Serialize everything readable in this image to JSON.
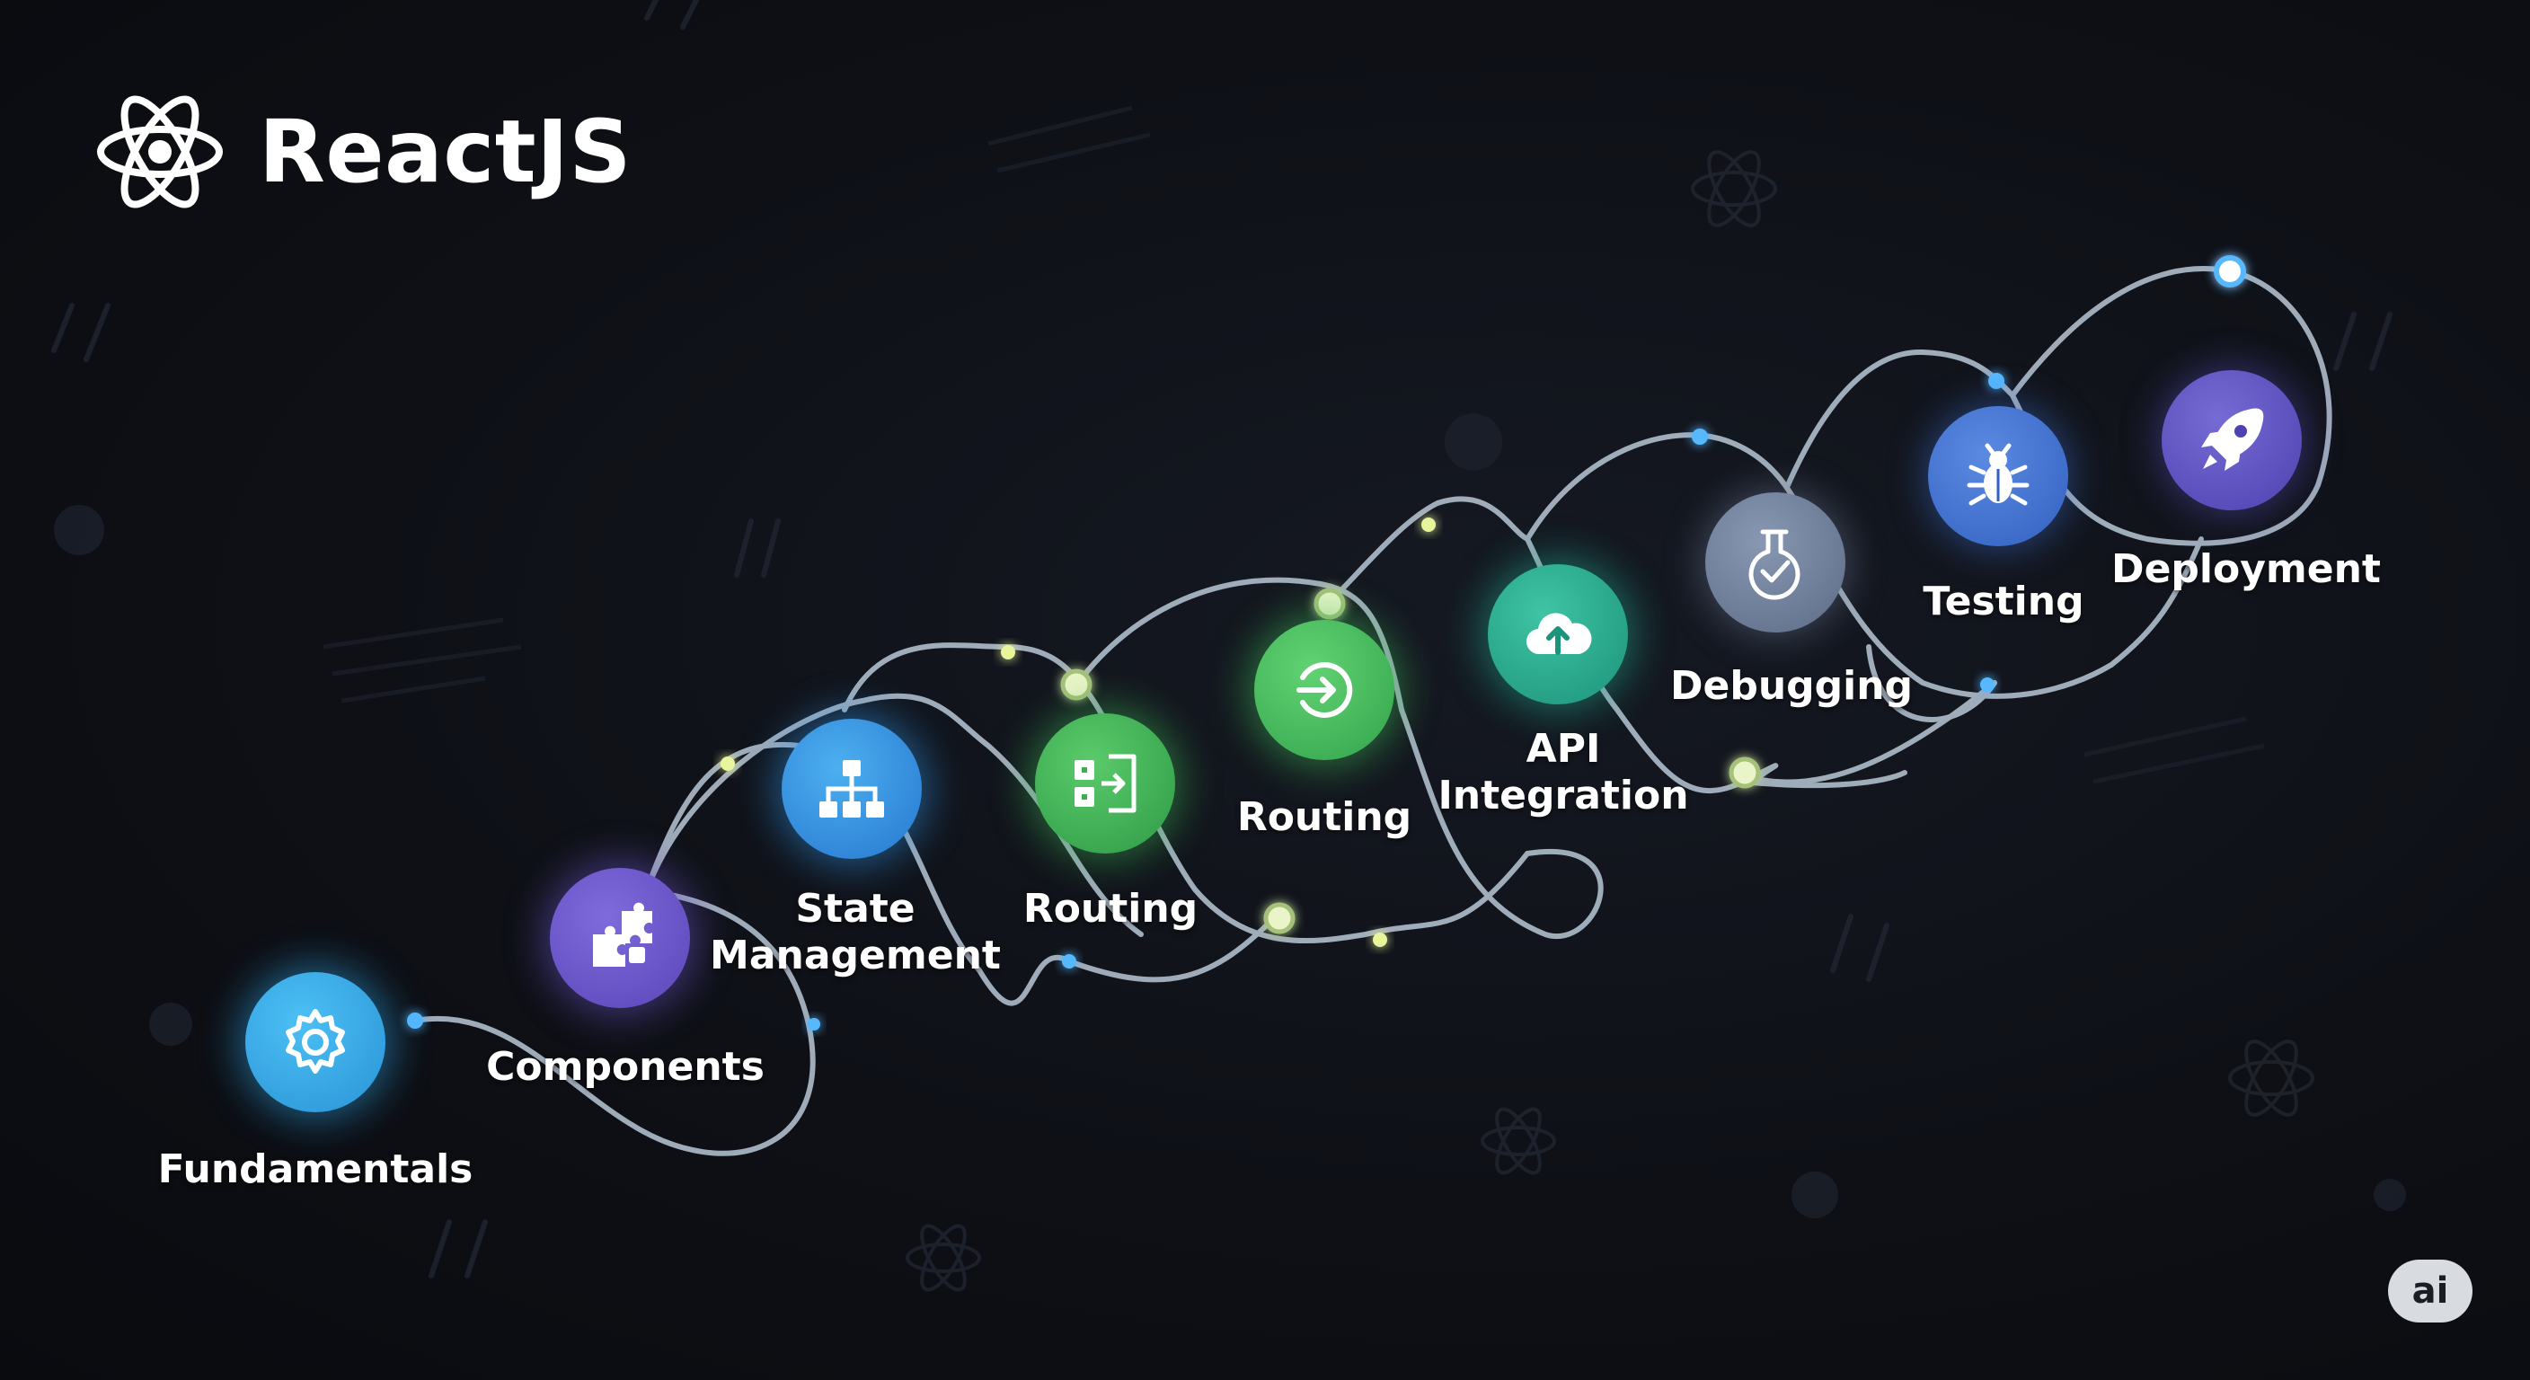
{
  "header": {
    "title": "ReactJS",
    "logo_icon": "react-atom-icon"
  },
  "steps": [
    {
      "label_lines": [
        "Fundamentals"
      ],
      "icon": "gear-icon",
      "color": "#2ea3e3"
    },
    {
      "label_lines": [
        "Components"
      ],
      "icon": "puzzle-icon",
      "color": "#6a55c9"
    },
    {
      "label_lines": [
        "State",
        "Management"
      ],
      "icon": "hierarchy-icon",
      "color": "#2f8fdf"
    },
    {
      "label_lines": [
        "Routing"
      ],
      "icon": "split-arrow-icon",
      "color": "#3aae52"
    },
    {
      "label_lines": [
        "Routing"
      ],
      "icon": "route-arrow-icon",
      "color": "#3db857"
    },
    {
      "label_lines": [
        "API",
        "Integration"
      ],
      "icon": "cloud-upload-icon",
      "color": "#21a58a"
    },
    {
      "label_lines": [
        "Debugging"
      ],
      "icon": "flask-check-icon",
      "color": "#6d7c98"
    },
    {
      "label_lines": [
        "Testing"
      ],
      "icon": "bug-icon",
      "color": "#3f6fd0"
    },
    {
      "label_lines": [
        "Deployment"
      ],
      "icon": "rocket-icon",
      "color": "#5a4fc0"
    }
  ],
  "colors": {
    "background": "#0d0f14",
    "path": "#b9c7d6",
    "glow_blue": "#56b8ff",
    "glow_yellow": "#e8f59a"
  },
  "badge": {
    "text": "ai"
  }
}
